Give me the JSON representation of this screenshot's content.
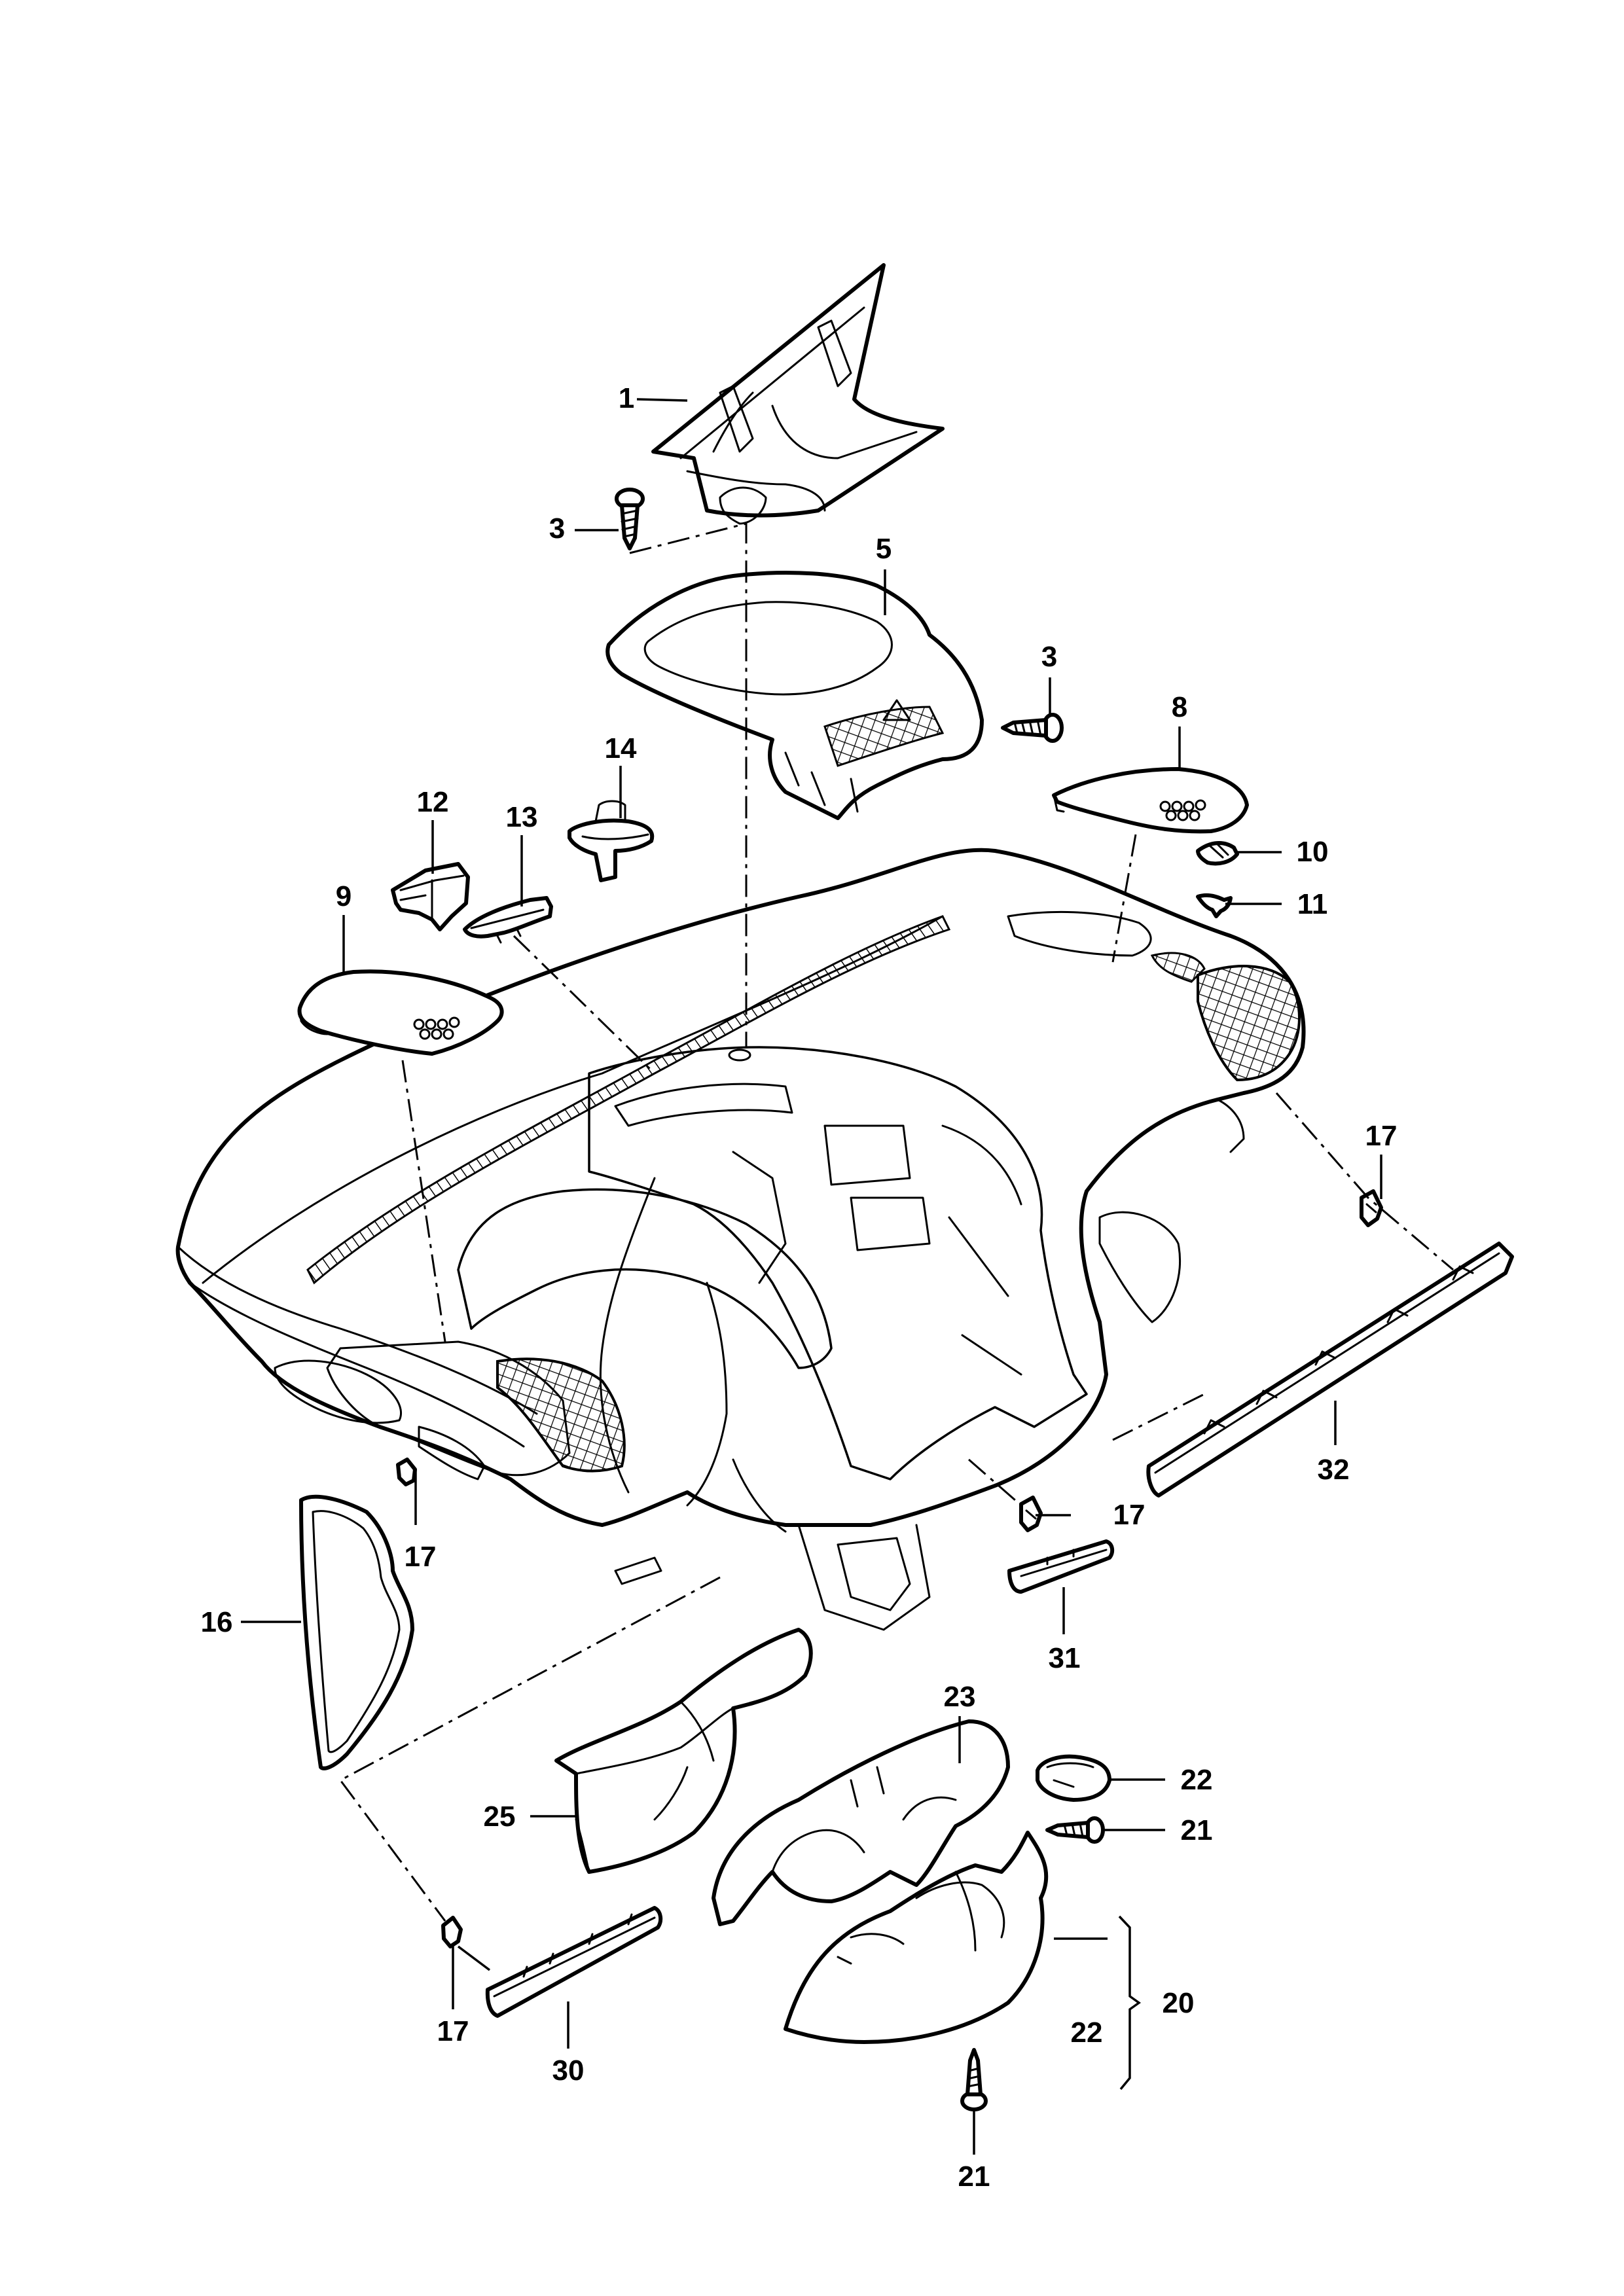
{
  "callouts": {
    "c1": "1",
    "c3a": "3",
    "c3b": "3",
    "c5": "5",
    "c8": "8",
    "c9": "9",
    "c10": "10",
    "c11": "11",
    "c12": "12",
    "c13": "13",
    "c14": "14",
    "c16": "16",
    "c17a": "17",
    "c17b": "17",
    "c17c": "17",
    "c17d": "17",
    "c20": "20",
    "c21a": "21",
    "c21b": "21",
    "c22a": "22",
    "c22b": "22",
    "c23": "23",
    "c25": "25",
    "c30": "30",
    "c31": "31",
    "c32": "32"
  }
}
